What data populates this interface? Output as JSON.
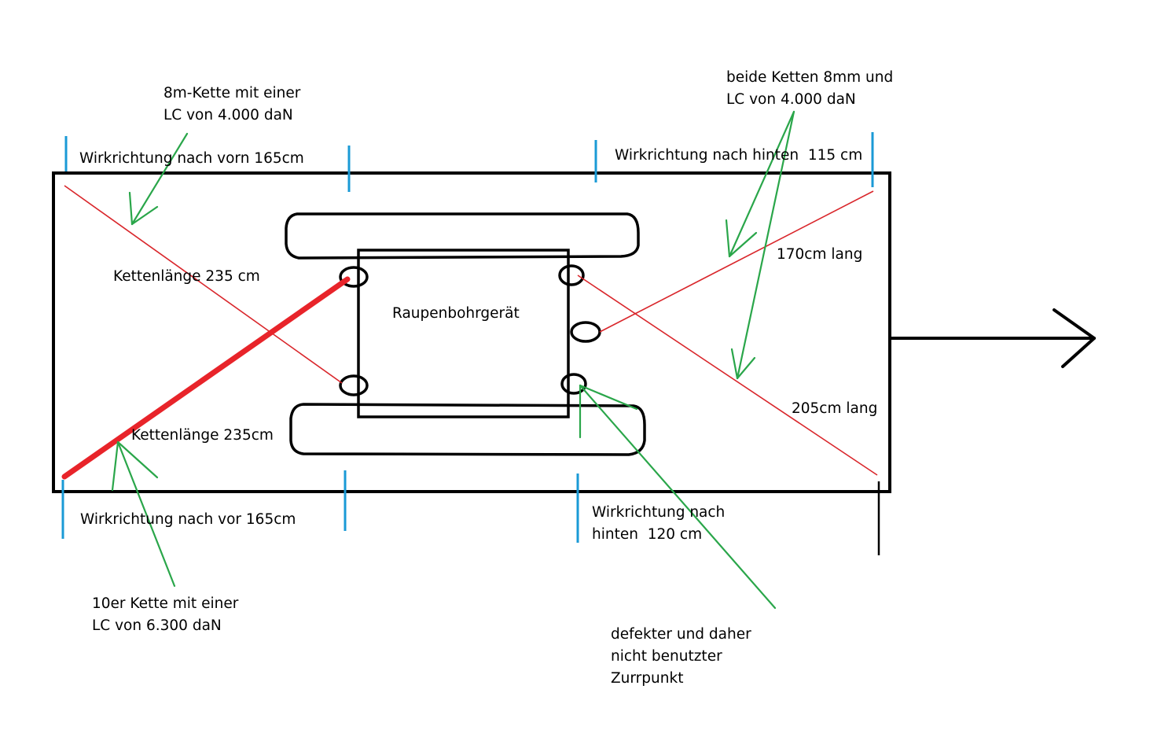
{
  "labels": {
    "top_left_chain": [
      "8m-Kette mit einer",
      "LC von 4.000 daN"
    ],
    "top_right_chains": [
      "beide Ketten 8mm und",
      "LC von 4.000 daN"
    ],
    "direction_front_top": "Wirkrichtung nach vorn 165cm",
    "direction_rear_top": "Wirkrichtung nach hinten  115 cm",
    "chain_length_top": "Kettenlänge 235 cm",
    "rig": "Raupenbohrgerät",
    "length_170": "170cm lang",
    "length_205": "205cm lang",
    "chain_length_bottom": "Kettenlänge 235cm",
    "direction_front_bottom": "Wirkrichtung nach vor 165cm",
    "direction_rear_bottom": [
      "Wirkrichtung nach",
      "hinten  120 cm"
    ],
    "bottom_left_chain": [
      "10er Kette mit einer",
      "LC von 6.300 daN"
    ],
    "defective_point": [
      "defekter und daher",
      "nicht benutzter",
      "Zurrpunkt"
    ]
  },
  "colors": {
    "chain": "#d9262b",
    "heavy_chain": "#e8242a",
    "dimension_tick": "#1a9ad6",
    "annotation_pointer": "#2aa64a",
    "outline": "#000000"
  },
  "icons": [
    "direction-arrow-icon"
  ]
}
